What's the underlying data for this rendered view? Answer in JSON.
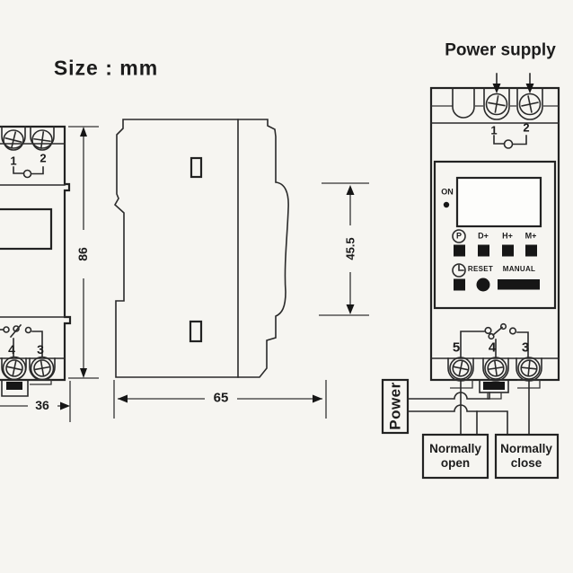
{
  "size_label": "Size :  mm",
  "dimensions": {
    "height": "86",
    "width": "36",
    "depth": "65",
    "panel_height": "45.5"
  },
  "front_view": {
    "terminal_1": "1",
    "terminal_2": "2",
    "terminal_4": "4",
    "terminal_3": "3"
  },
  "timer_view": {
    "power_supply_label": "Power supply",
    "terminal_1": "1",
    "terminal_2": "2",
    "on_label": "ON",
    "program_button": "P",
    "day_button": "D+",
    "hour_button": "H+",
    "minute_button": "M+",
    "reset_label": "RESET",
    "manual_label": "MANUAL",
    "terminal_5": "5",
    "terminal_4": "4",
    "terminal_3": "3"
  },
  "wiring": {
    "power_label": "Power",
    "normally_open_label": "Normally\nopen",
    "normally_close_label": "Normally\nclose"
  },
  "colors": {
    "line": "#2a2a2a",
    "background": "#f6f5f1",
    "fill": "#161616"
  }
}
